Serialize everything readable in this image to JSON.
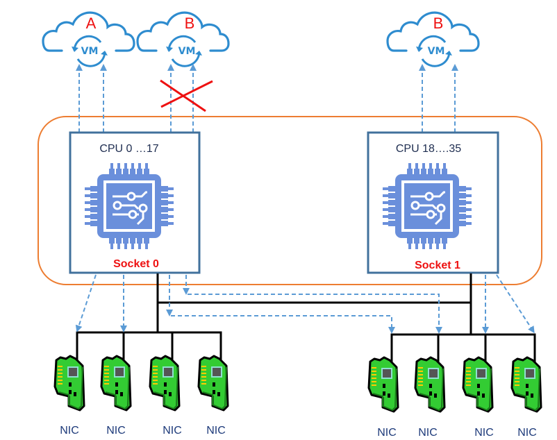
{
  "colors": {
    "cloud": "#2e8ccf",
    "cloud_label": "#ee1111",
    "numa_boundary": "#ed7d31",
    "socket_border": "#41719c",
    "cpu_icon": "#6a8fdb",
    "dashed_path": "#5b9bd5",
    "wire": "#000000",
    "blocked_mark": "#ee1111",
    "nic_board": "#33cc33"
  },
  "clouds": [
    {
      "label": "A",
      "vm_label": "VM"
    },
    {
      "label": "B",
      "vm_label": "VM",
      "blocked": true
    },
    {
      "label": "B",
      "vm_label": "VM"
    }
  ],
  "sockets": [
    {
      "cpu_range": "CPU 0 …17",
      "name": "Socket 0"
    },
    {
      "cpu_range": "CPU 18….35",
      "name": "Socket 1"
    }
  ],
  "nics": {
    "socket0": [
      {
        "label": "NIC"
      },
      {
        "label": "NIC"
      },
      {
        "label": "NIC"
      },
      {
        "label": "NIC"
      }
    ],
    "socket1": [
      {
        "label": "NIC"
      },
      {
        "label": "NIC"
      },
      {
        "label": "NIC"
      },
      {
        "label": "NIC"
      }
    ]
  },
  "icons": {
    "vm": "vm-refresh-icon",
    "cpu": "cpu-chip-icon",
    "nic": "network-card-icon",
    "blocked": "red-x-icon"
  }
}
